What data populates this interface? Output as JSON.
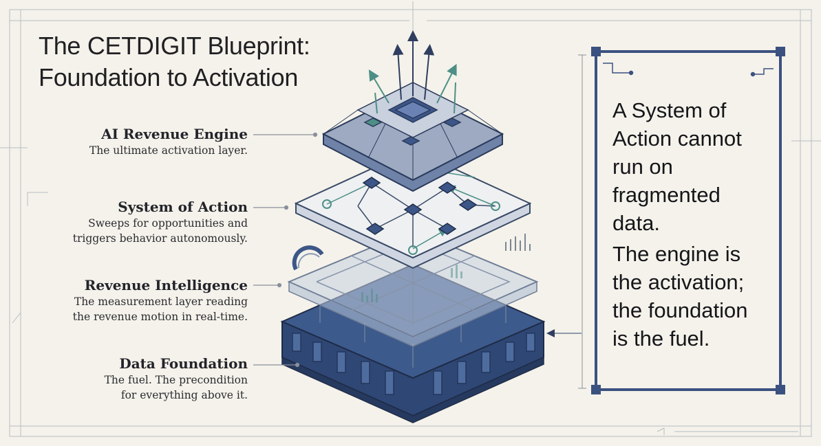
{
  "title": {
    "line1": "The CETDIGIT Blueprint:",
    "line2": "Foundation to Activation"
  },
  "layers": [
    {
      "name": "AI Revenue Engine",
      "description_lines": [
        "The ultimate activation layer."
      ]
    },
    {
      "name": "System of Action",
      "description_lines": [
        "Sweeps for opportunities and",
        "triggers behavior autonomously."
      ]
    },
    {
      "name": "Revenue Intelligence",
      "description_lines": [
        "The measurement layer reading",
        "the revenue motion in real-time."
      ]
    },
    {
      "name": "Data Foundation",
      "description_lines": [
        "The fuel. The precondition",
        "for everything above it."
      ]
    }
  ],
  "callout": {
    "paragraph1_lines": [
      "A System of",
      "Action cannot",
      "run on",
      "fragmented",
      "data."
    ],
    "paragraph2_lines": [
      "The engine is",
      "the activation;",
      "the foundation",
      "is the fuel."
    ]
  },
  "colors": {
    "background": "#f4f2ea",
    "ink": "#1d1f26",
    "navy": "#3c5688",
    "navy_dark": "#2a3f6a",
    "teal": "#4d8f86",
    "glass": "#c7d2e0",
    "frame": "#3b5180"
  }
}
